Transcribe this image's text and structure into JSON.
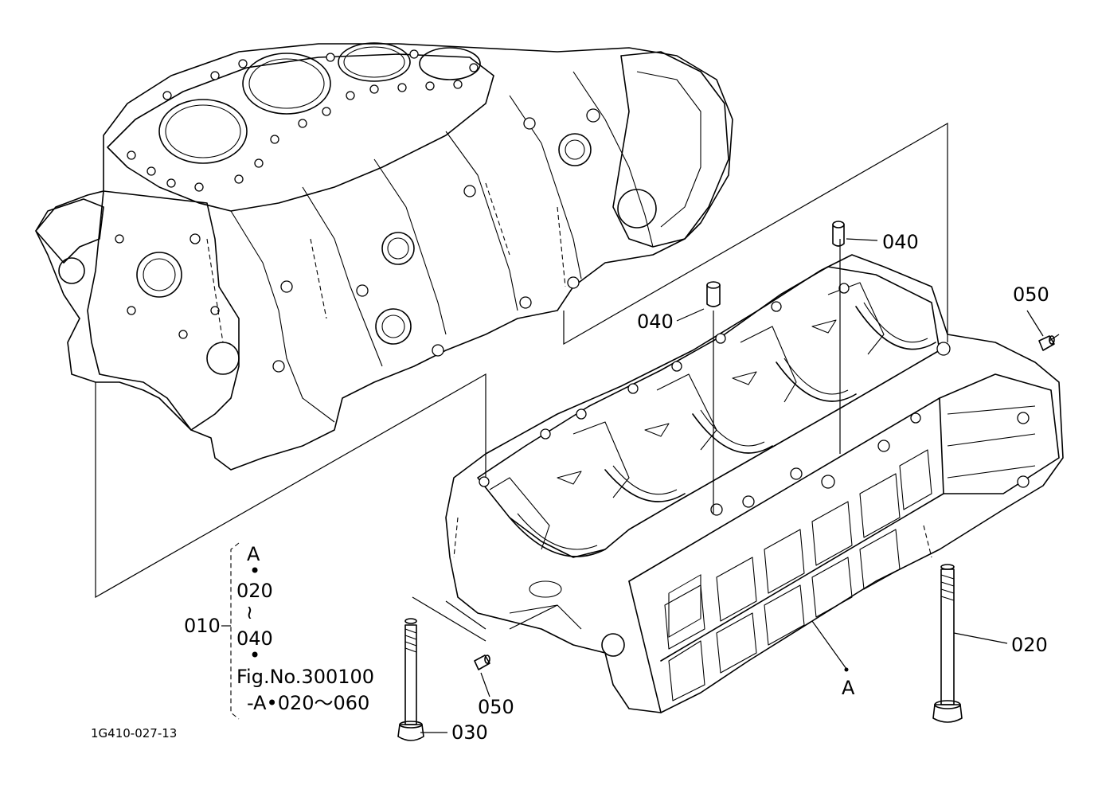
{
  "figure_code": "1G410-027-13",
  "callouts": {
    "part_010": "010",
    "part_020": "020",
    "part_030": "030",
    "part_040_upper": "040",
    "part_040_lower": "040",
    "part_050_right": "050",
    "part_050_left": "050",
    "ref_a": "A"
  },
  "kit_note": {
    "line1": "A",
    "line2": "•",
    "line3": "020",
    "line4": "≀",
    "line5": "040",
    "line6": "•",
    "line7": "Fig.No.300100",
    "line8": "-A•020～060"
  }
}
